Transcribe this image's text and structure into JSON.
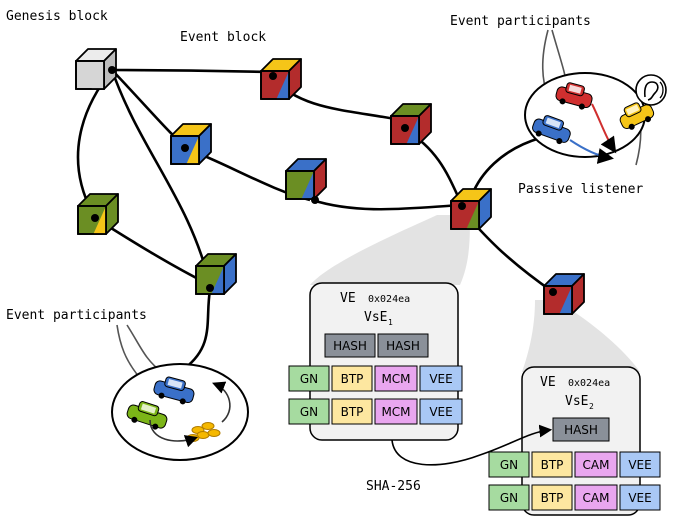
{
  "labels": {
    "genesis_block": "Genesis block",
    "event_block": "Event block",
    "event_participants_top": "Event participants",
    "passive_listener": "Passive listener",
    "event_participants_left": "Event participants",
    "sha256": "SHA-256"
  },
  "ve_block_1": {
    "title": "VE",
    "id": "0x024ea",
    "subtitle": "VsE",
    "subscript": "1",
    "hashes": [
      "HASH",
      "HASH"
    ],
    "rows": [
      [
        "GN",
        "BTP",
        "MCM",
        "VEE"
      ],
      [
        "GN",
        "BTP",
        "MCM",
        "VEE"
      ]
    ]
  },
  "ve_block_2": {
    "title": "VE",
    "id": "0x024ea",
    "subtitle": "VsE",
    "subscript": "2",
    "hashes": [
      "HASH"
    ],
    "rows": [
      [
        "GN",
        "BTP",
        "CAM",
        "VEE"
      ],
      [
        "GN",
        "BTP",
        "CAM",
        "VEE"
      ]
    ]
  },
  "field_colors": {
    "GN": "#a6dba0",
    "BTP": "#fde7a0",
    "MCM": "#e9a6ef",
    "CAM": "#e9a6ef",
    "VEE": "#a9c8f5",
    "HASH": "#8a9099"
  },
  "block_colors": {
    "red": "#b32c2c",
    "yellow": "#f5c518",
    "green": "#6b8e23",
    "blue": "#3a70c8",
    "gray": "#d6d6d6"
  }
}
